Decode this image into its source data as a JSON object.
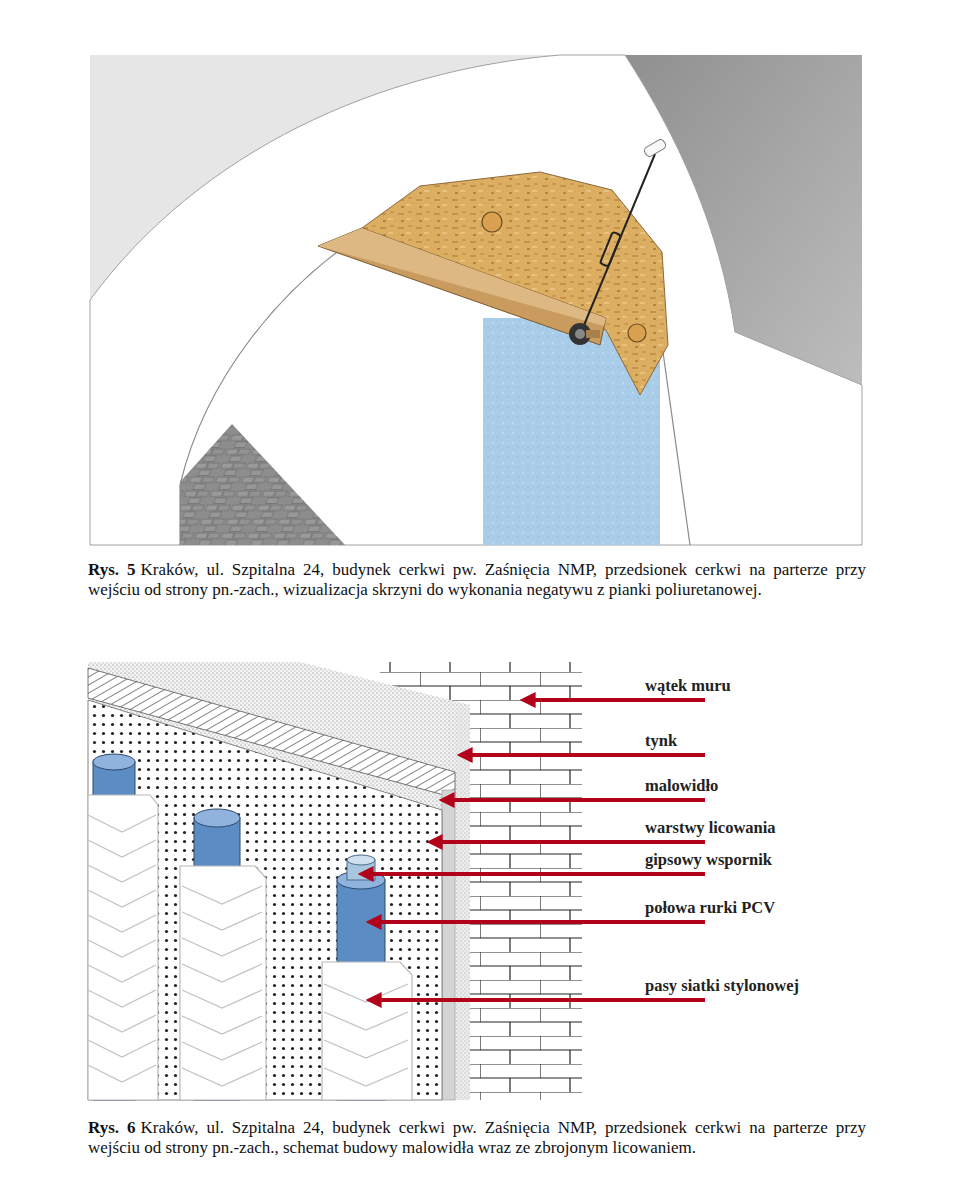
{
  "diagram": {
    "labels": [
      "Rys. 5",
      "Kraków, ul. Szpitalna 24, budynek cerkwi pw. Zaśnięcia NMP, przedsionek cerkwi na parterze przy wejściu od strony pn.-zach., wizualizacja skrzyni do wykonania negatywu z pianki poliuretanowej.",
      "wątek muru",
      "tynk",
      "malowidło",
      "warstwy licowania",
      "gipsowy wspornik",
      "połowa rurki PCV",
      "pasy siatki stylonowej",
      "Rys. 6",
      "Kraków, ul. Szpitalna 24, budynek cerkwi pw. Zaśnięcia NMP, przedsionek cerkwi na parterze przy wejściu od strony pn.-zach., schemat budowy malowidła wraz ze zbrojonym licowaniem."
    ]
  }
}
